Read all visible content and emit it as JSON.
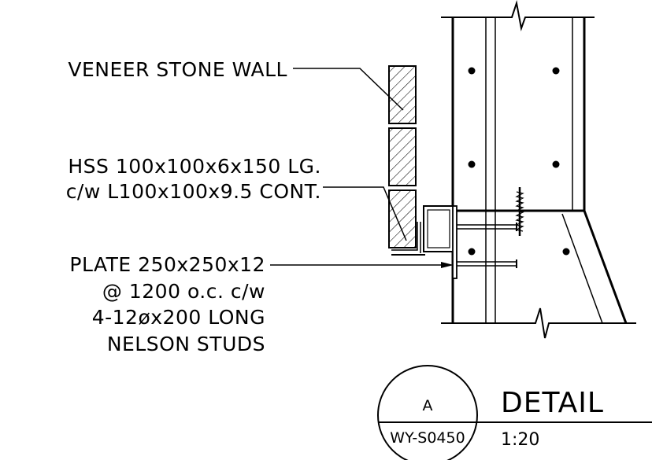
{
  "notes": {
    "veneer": "VENEER STONE WALL",
    "hss_line1": "HSS 100x100x6x150 LG.",
    "hss_line2": "c/w L100x100x9.5 CONT.",
    "plate_line1": "PLATE 250x250x12",
    "plate_line2": "@ 1200 o.c. c/w",
    "plate_line3": "4-12øx200 LONG",
    "plate_line4": "NELSON STUDS"
  },
  "title_block": {
    "detail_id": "A",
    "sheet": "WY-S0450",
    "title": "DETAIL",
    "scale": "1:20"
  }
}
